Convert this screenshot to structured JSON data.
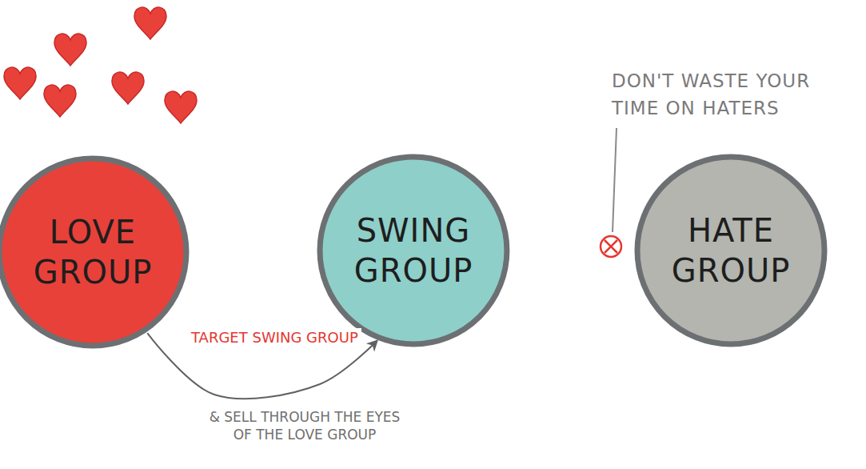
{
  "diagram": {
    "nodes": [
      {
        "text": [
          "LOVE GROUP"
        ]
      },
      {
        "text": [
          "SWING GROUP"
        ]
      },
      {
        "text": [
          "HATE GROUP"
        ]
      }
    ],
    "edges": [
      {
        "from": 0,
        "to": 1,
        "arrow": "to",
        "label": "TARGET SWING GROUP"
      }
    ],
    "labels": [
      "& SELL THROUGH THE EYES OF THE LOVE GROUP",
      "DON'T WASTE YOUR TIME ON HATERS"
    ]
  }
}
